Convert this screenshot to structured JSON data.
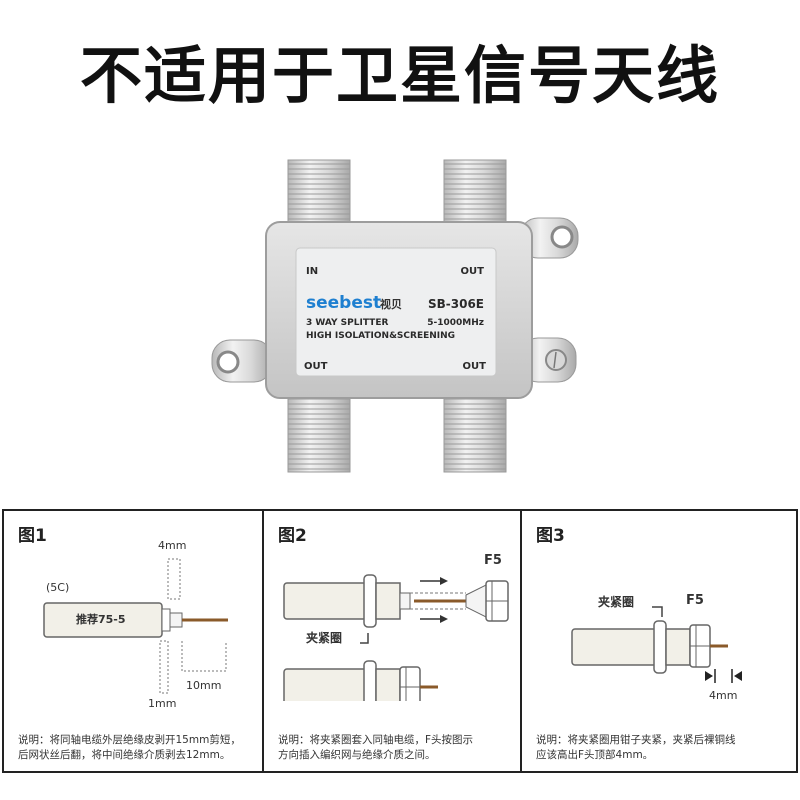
{
  "headline": "不适用于卫星信号天线",
  "product": {
    "brand": "seebest",
    "brand_cn": "视贝",
    "model": "SB-306E",
    "line1_left": "3 WAY SPLITTER",
    "line1_right": "5-1000MHz",
    "line2": "HIGH ISOLATION&SCREENING",
    "port_in": "IN",
    "port_out_top_right": "OUT",
    "port_out_bottom_left": "OUT",
    "port_out_bottom_right": "OUT",
    "brand_color": "#1e7fd0"
  },
  "figures": [
    {
      "title": "图1",
      "labels": {
        "dim_top": "4mm",
        "cable_type": "(5C)",
        "cable_label": "推荐75-5",
        "dim_right": "10mm",
        "dim_bottom": "1mm"
      },
      "note_line1": "说明：将同轴电缆外层绝缘皮剥开15mm剪短，",
      "note_line2": "后网状丝后翻，将中间绝缘介质剥去12mm。"
    },
    {
      "title": "图2",
      "labels": {
        "connector": "F5",
        "ring": "夹紧圈"
      },
      "note_line1": "说明：将夹紧圈套入同轴电缆，F头按图示",
      "note_line2": "方向插入编织网与绝缘介质之间。"
    },
    {
      "title": "图3",
      "labels": {
        "ring": "夹紧圈",
        "connector": "F5",
        "dim": "4mm"
      },
      "note_line1": "说明：将夹紧圈用钳子夹紧，夹紧后裸铜线",
      "note_line2": "应该高出F头顶部4mm。"
    }
  ]
}
